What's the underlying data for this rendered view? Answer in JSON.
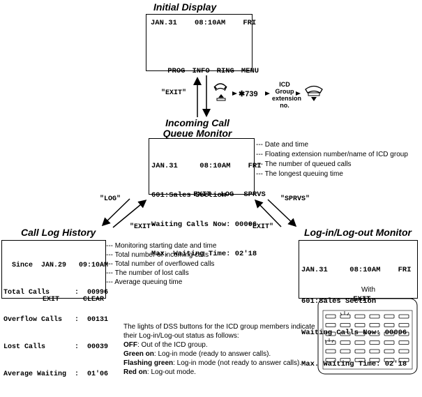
{
  "initial": {
    "title": "Initial Display",
    "line1": "JAN.31    08:10AM    FRI",
    "keys": [
      "PROG",
      "INFO",
      "RING",
      "MENU"
    ]
  },
  "transition": {
    "exit_label": "\"EXIT\"",
    "feature_code": "✱739",
    "icd_label": "ICD Group extension no."
  },
  "queue": {
    "title_line1": "Incoming Call",
    "title_line2": "Queue Monitor",
    "lines": [
      "JAN.31     08:10AM    FRI",
      "601:Sales Section",
      "Waiting Calls Now: 00006",
      "Max. Waiting Time: 02'18"
    ],
    "keys": [
      "EXIT",
      "LOG",
      "SPRVS"
    ],
    "notes": [
      "--- Date and time",
      "--- Floating extension number/name of ICD group",
      "--- The number of queued calls",
      "--- The longest queuing time"
    ]
  },
  "arrows": {
    "log": "\"LOG\"",
    "exit_left": "\"EXIT\"",
    "sprvs": "\"SPRVS\"",
    "exit_right": "\"EXIT\""
  },
  "calllog": {
    "title": "Call Log History",
    "lines": [
      "  Since  JAN.29   09:10AM",
      "Total Calls      :  00996",
      "Overflow Calls   :  00131",
      "Lost Calls       :  00039",
      "Average Waiting  :  01'06"
    ],
    "keys": [
      "EXIT",
      "CLEAR"
    ],
    "notes": [
      "--- Monitoring starting date and time",
      "--- Total number of incoming calls",
      "--- Total number of overflowed calls",
      "--- The number of lost calls",
      "--- Average queuing time"
    ]
  },
  "loginout": {
    "title": "Log-in/Log-out Monitor",
    "lines": [
      "JAN.31     08:10AM    FRI",
      "601:Sales Section",
      "Waiting Calls Now: 00006",
      "Max. Waiting Time: 02'18"
    ],
    "keys": [
      "EXIT"
    ]
  },
  "with_label": "With",
  "dss_legend": {
    "intro": "The lights of DSS buttons for the ICD group members indicate their Log-in/Log-out status as follows:",
    "items": [
      {
        "term": "OFF",
        "desc": ": Out of the ICD group."
      },
      {
        "term": "Green on",
        "desc": ": Log-in mode (ready to answer calls)."
      },
      {
        "term": "Flashing green",
        "desc": ": Log-in mode (not ready to answer calls)."
      },
      {
        "term": "Red on",
        "desc": ": Log-out mode."
      }
    ]
  }
}
